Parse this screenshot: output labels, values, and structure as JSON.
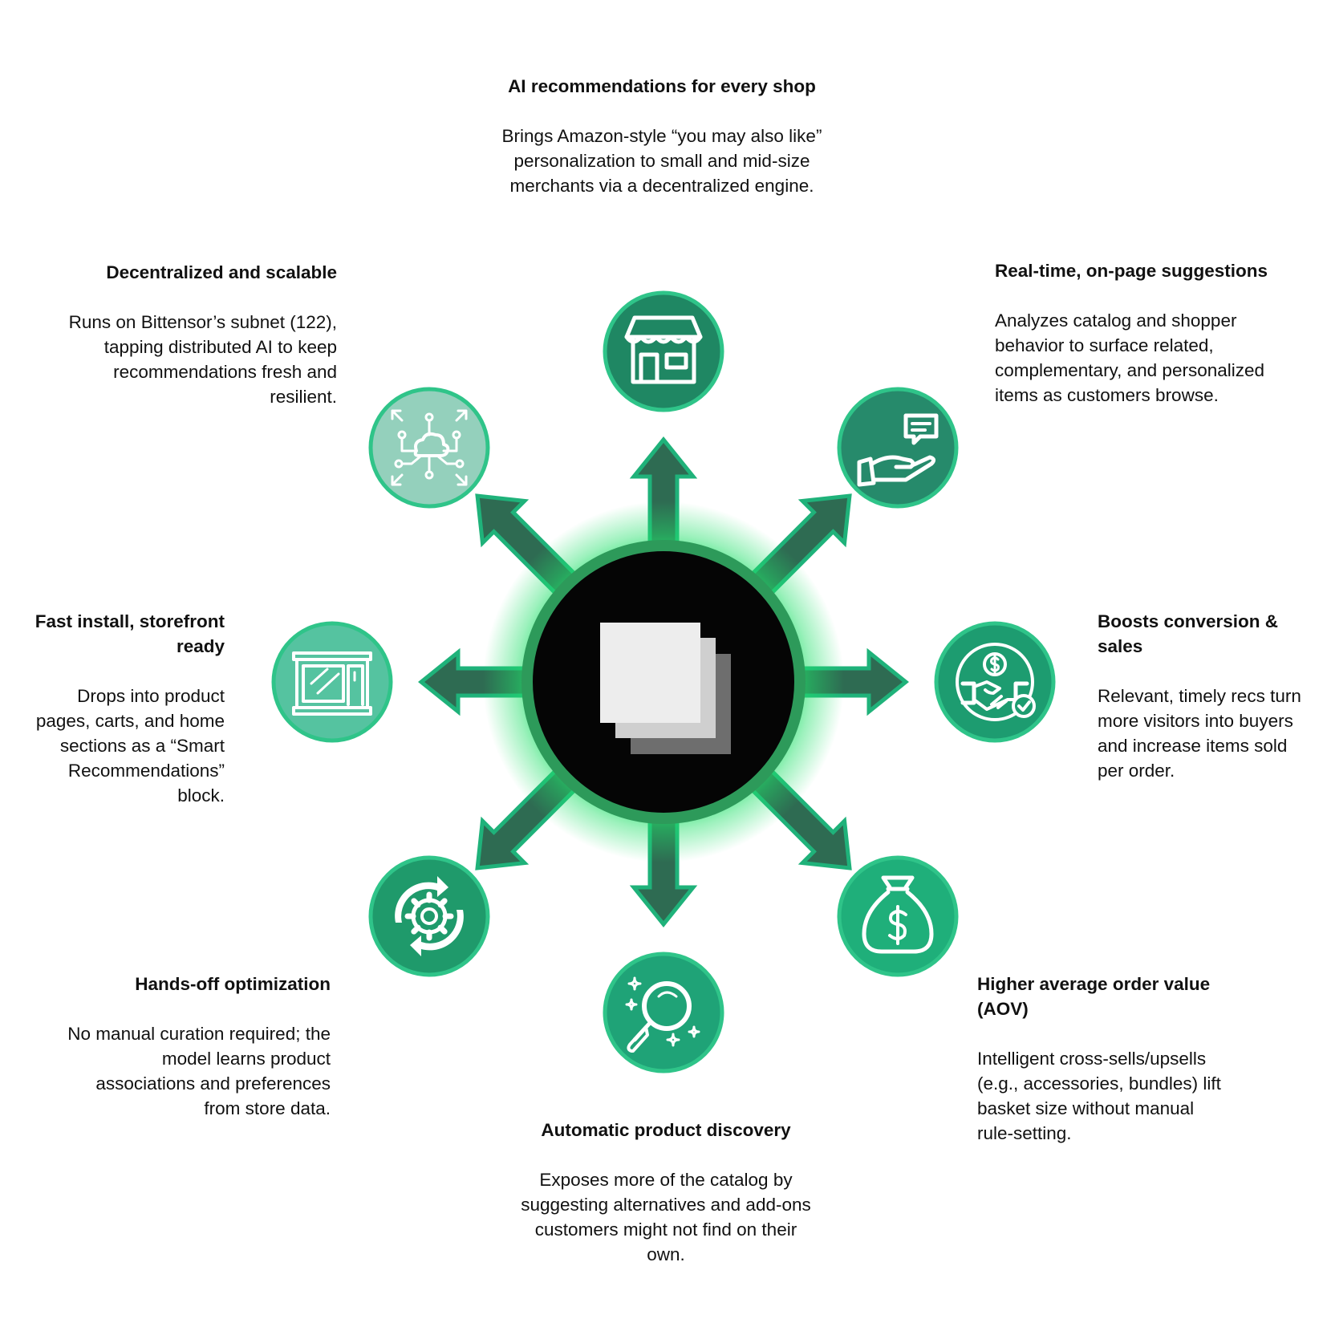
{
  "colors": {
    "arrow_fill": "#2E6B52",
    "arrow_stroke": "#1FB27A",
    "hub_fill": "#050505",
    "hub_ring": "#2D9A5A",
    "hub_glow": "#22E06A",
    "circle_border": "#2FC489",
    "icon_stroke": "#ffffff",
    "text": "#111111"
  },
  "nodes": [
    {
      "id": "top",
      "icon": "storefront-icon",
      "fill": "#1F8763"
    },
    {
      "id": "top-right",
      "icon": "hand-chat-icon",
      "fill": "#268A6B"
    },
    {
      "id": "right",
      "icon": "handshake-dollar-icon",
      "fill": "#1D9C70"
    },
    {
      "id": "bottom-right",
      "icon": "money-bag-icon",
      "fill": "#1FAF7A"
    },
    {
      "id": "bottom",
      "icon": "magnifier-sparkle-icon",
      "fill": "#1FA377"
    },
    {
      "id": "bottom-left",
      "icon": "gear-cycle-icon",
      "fill": "#1F9A6B"
    },
    {
      "id": "left",
      "icon": "shop-window-icon",
      "fill": "#55C3A0"
    },
    {
      "id": "top-left",
      "icon": "cloud-network-icon",
      "fill": "#94D0BC"
    }
  ],
  "hub": {
    "icon": "stacked-squares-icon"
  },
  "features": [
    {
      "key": "top",
      "title": "AI recommendations for every shop",
      "desc": "Brings Amazon-style “you may also like” personalization to small and mid-size merchants via a decentralized engine."
    },
    {
      "key": "top-right",
      "title": "Real-time, on-page suggestions",
      "desc": "Analyzes catalog and shopper behavior to surface related, complementary, and personalized items as customers browse."
    },
    {
      "key": "right",
      "title": "Boosts conversion & sales",
      "desc": "Relevant, timely recs turn more visitors into buyers and increase items sold per order."
    },
    {
      "key": "bottom-right",
      "title": "Higher average order value (AOV)",
      "desc": "Intelligent cross-sells/upsells (e.g., accessories, bundles) lift basket size without manual rule-setting."
    },
    {
      "key": "bottom",
      "title": "Automatic product discovery",
      "desc": "Exposes more of the catalog by suggesting alternatives and add-ons customers might not find on their own."
    },
    {
      "key": "bottom-left",
      "title": "Hands-off optimization",
      "desc": "No manual curation required; the model learns product associations and preferences from store data."
    },
    {
      "key": "left",
      "title": "Fast install, storefront ready",
      "desc": "Drops into product pages, carts, and home sections as a “Smart Recommendations” block."
    },
    {
      "key": "top-left",
      "title": "Decentralized and scalable",
      "desc": "Runs on Bittensor’s subnet (122), tapping distributed AI to keep recommendations fresh and resilient."
    }
  ]
}
